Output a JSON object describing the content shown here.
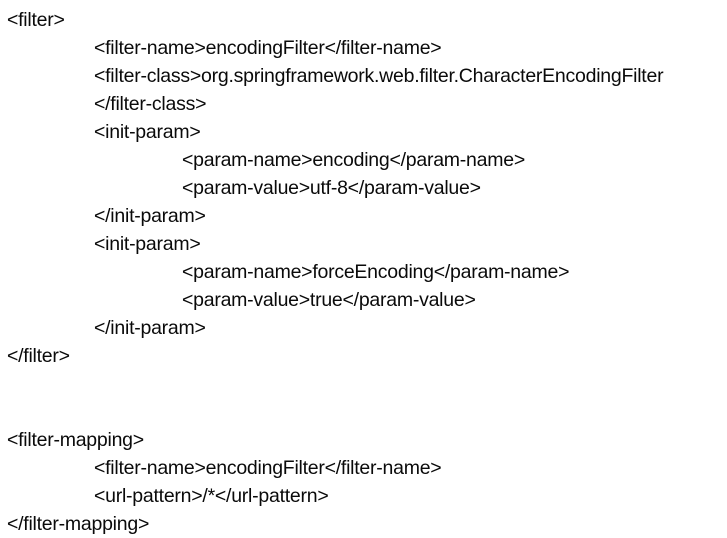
{
  "document": {
    "type": "xml-code-snippet",
    "language": "XML",
    "background_color": "#ffffff",
    "text_color": "#000000",
    "lines": [
      {
        "indent": 0,
        "text": "<filter>"
      },
      {
        "indent": 1,
        "text": "<filter-name>encodingFilter</filter-name>"
      },
      {
        "indent": 1,
        "text": "<filter-class>org.springframework.web.filter.CharacterEncodingFilter"
      },
      {
        "indent": 1,
        "text": "</filter-class>"
      },
      {
        "indent": 1,
        "text": "<init-param>"
      },
      {
        "indent": 2,
        "text": "<param-name>encoding</param-name>"
      },
      {
        "indent": 2,
        "text": "<param-value>utf-8</param-value>"
      },
      {
        "indent": 1,
        "text": "</init-param>"
      },
      {
        "indent": 1,
        "text": "<init-param>"
      },
      {
        "indent": 2,
        "text": "<param-name>forceEncoding</param-name>"
      },
      {
        "indent": 2,
        "text": "<param-value>true</param-value>"
      },
      {
        "indent": 1,
        "text": "</init-param>"
      },
      {
        "indent": 0,
        "text": "</filter>"
      },
      {
        "indent": 0,
        "text": ""
      },
      {
        "indent": 0,
        "text": ""
      },
      {
        "indent": 0,
        "text": "<filter-mapping>"
      },
      {
        "indent": 1,
        "text": "<filter-name>encodingFilter</filter-name>"
      },
      {
        "indent": 1,
        "text": "<url-pattern>/*</url-pattern>"
      },
      {
        "indent": 0,
        "text": "</filter-mapping>"
      }
    ]
  }
}
